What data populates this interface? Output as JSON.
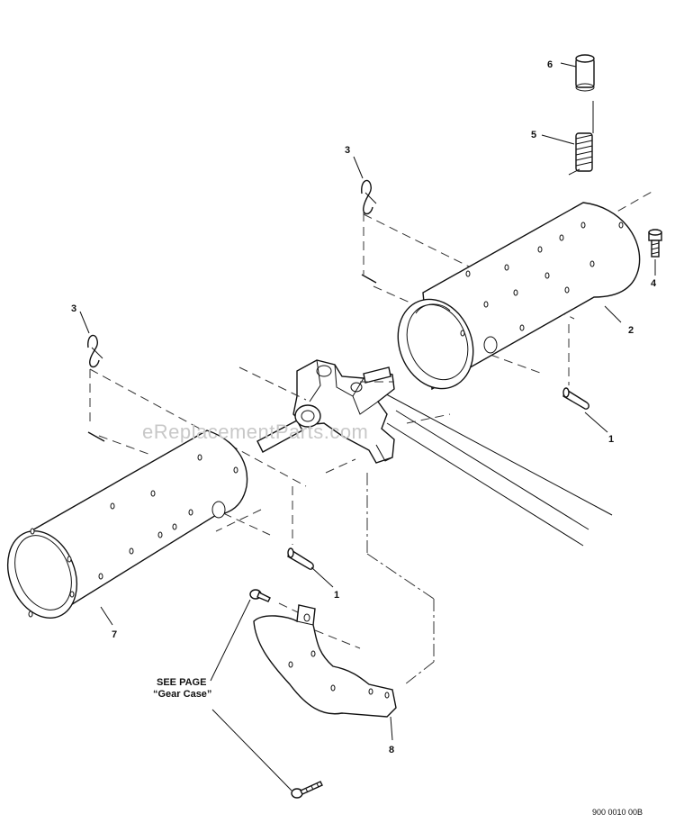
{
  "callouts": {
    "c1a": "1",
    "c1b": "1",
    "c2": "2",
    "c3a": "3",
    "c3b": "3",
    "c4": "4",
    "c5": "5",
    "c6": "6",
    "c7": "7",
    "c8": "8"
  },
  "reference_note": {
    "line1": "SEE PAGE",
    "line2": "“Gear Case”"
  },
  "watermark": "eReplacementParts.com",
  "drawing_number": "900 0010 00B"
}
